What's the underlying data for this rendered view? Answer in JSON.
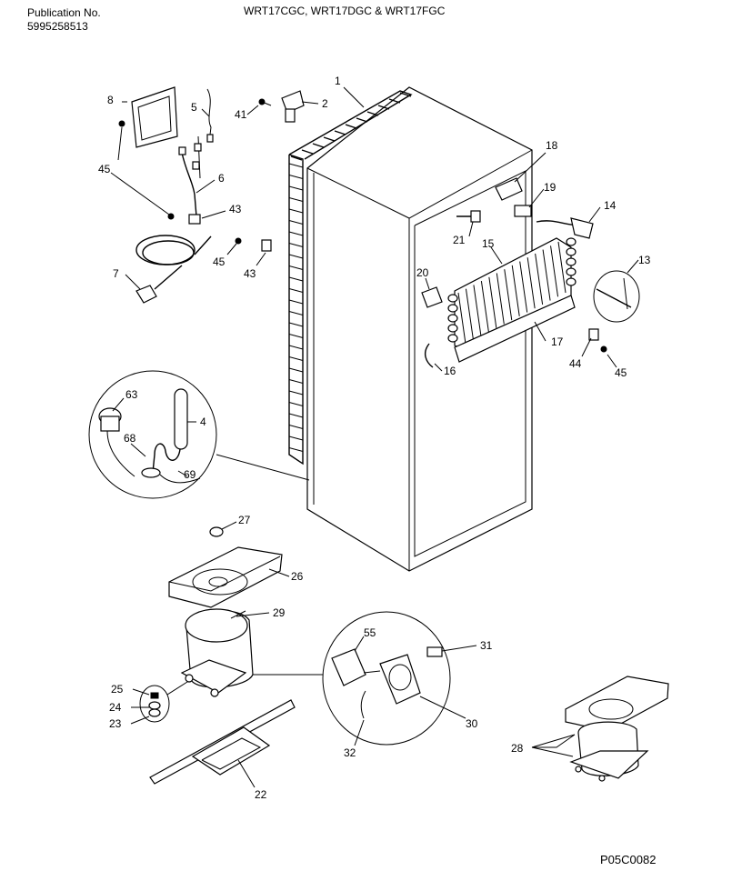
{
  "header": {
    "pub_label": "Publication No.",
    "pub_number": "5995258513",
    "models": "WRT17CGC, WRT17DGC & WRT17FGC"
  },
  "diagram_code": "P05C0082",
  "callouts": {
    "p1": "1",
    "p2": "2",
    "p4": "4",
    "p5": "5",
    "p6": "6",
    "p7": "7",
    "p8": "8",
    "p13": "13",
    "p14": "14",
    "p15": "15",
    "p16": "16",
    "p17": "17",
    "p18": "18",
    "p19": "19",
    "p20": "20",
    "p21": "21",
    "p22": "22",
    "p23": "23",
    "p24": "24",
    "p25": "25",
    "p26": "26",
    "p27": "27",
    "p28": "28",
    "p29": "29",
    "p30": "30",
    "p31": "31",
    "p32": "32",
    "p41": "41",
    "p43a": "43",
    "p43b": "43",
    "p44": "44",
    "p45a": "45",
    "p45b": "45",
    "p45c": "45",
    "p55": "55",
    "p63": "63",
    "p68": "68",
    "p69": "69"
  }
}
